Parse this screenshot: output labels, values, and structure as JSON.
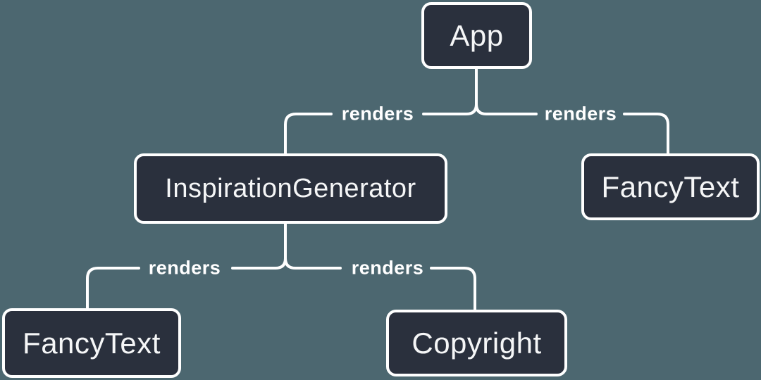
{
  "diagram": {
    "type": "component-render-tree",
    "nodes": [
      {
        "id": "app",
        "label": "App"
      },
      {
        "id": "inspiration-generator",
        "label": "InspirationGenerator"
      },
      {
        "id": "fancy-text-right",
        "label": "FancyText"
      },
      {
        "id": "fancy-text-left",
        "label": "FancyText"
      },
      {
        "id": "copyright",
        "label": "Copyright"
      }
    ],
    "edges": [
      {
        "from": "App",
        "to": "InspirationGenerator",
        "label": "renders"
      },
      {
        "from": "App",
        "to": "FancyText",
        "label": "renders"
      },
      {
        "from": "InspirationGenerator",
        "to": "FancyText",
        "label": "renders"
      },
      {
        "from": "InspirationGenerator",
        "to": "Copyright",
        "label": "renders"
      }
    ],
    "colors": {
      "background": "#4c6770",
      "node_fill": "#2a303d",
      "node_border": "#ffffff",
      "node_text": "#f5f6f7",
      "edge_line": "#ffffff",
      "edge_label_text": "#ffffff"
    }
  }
}
